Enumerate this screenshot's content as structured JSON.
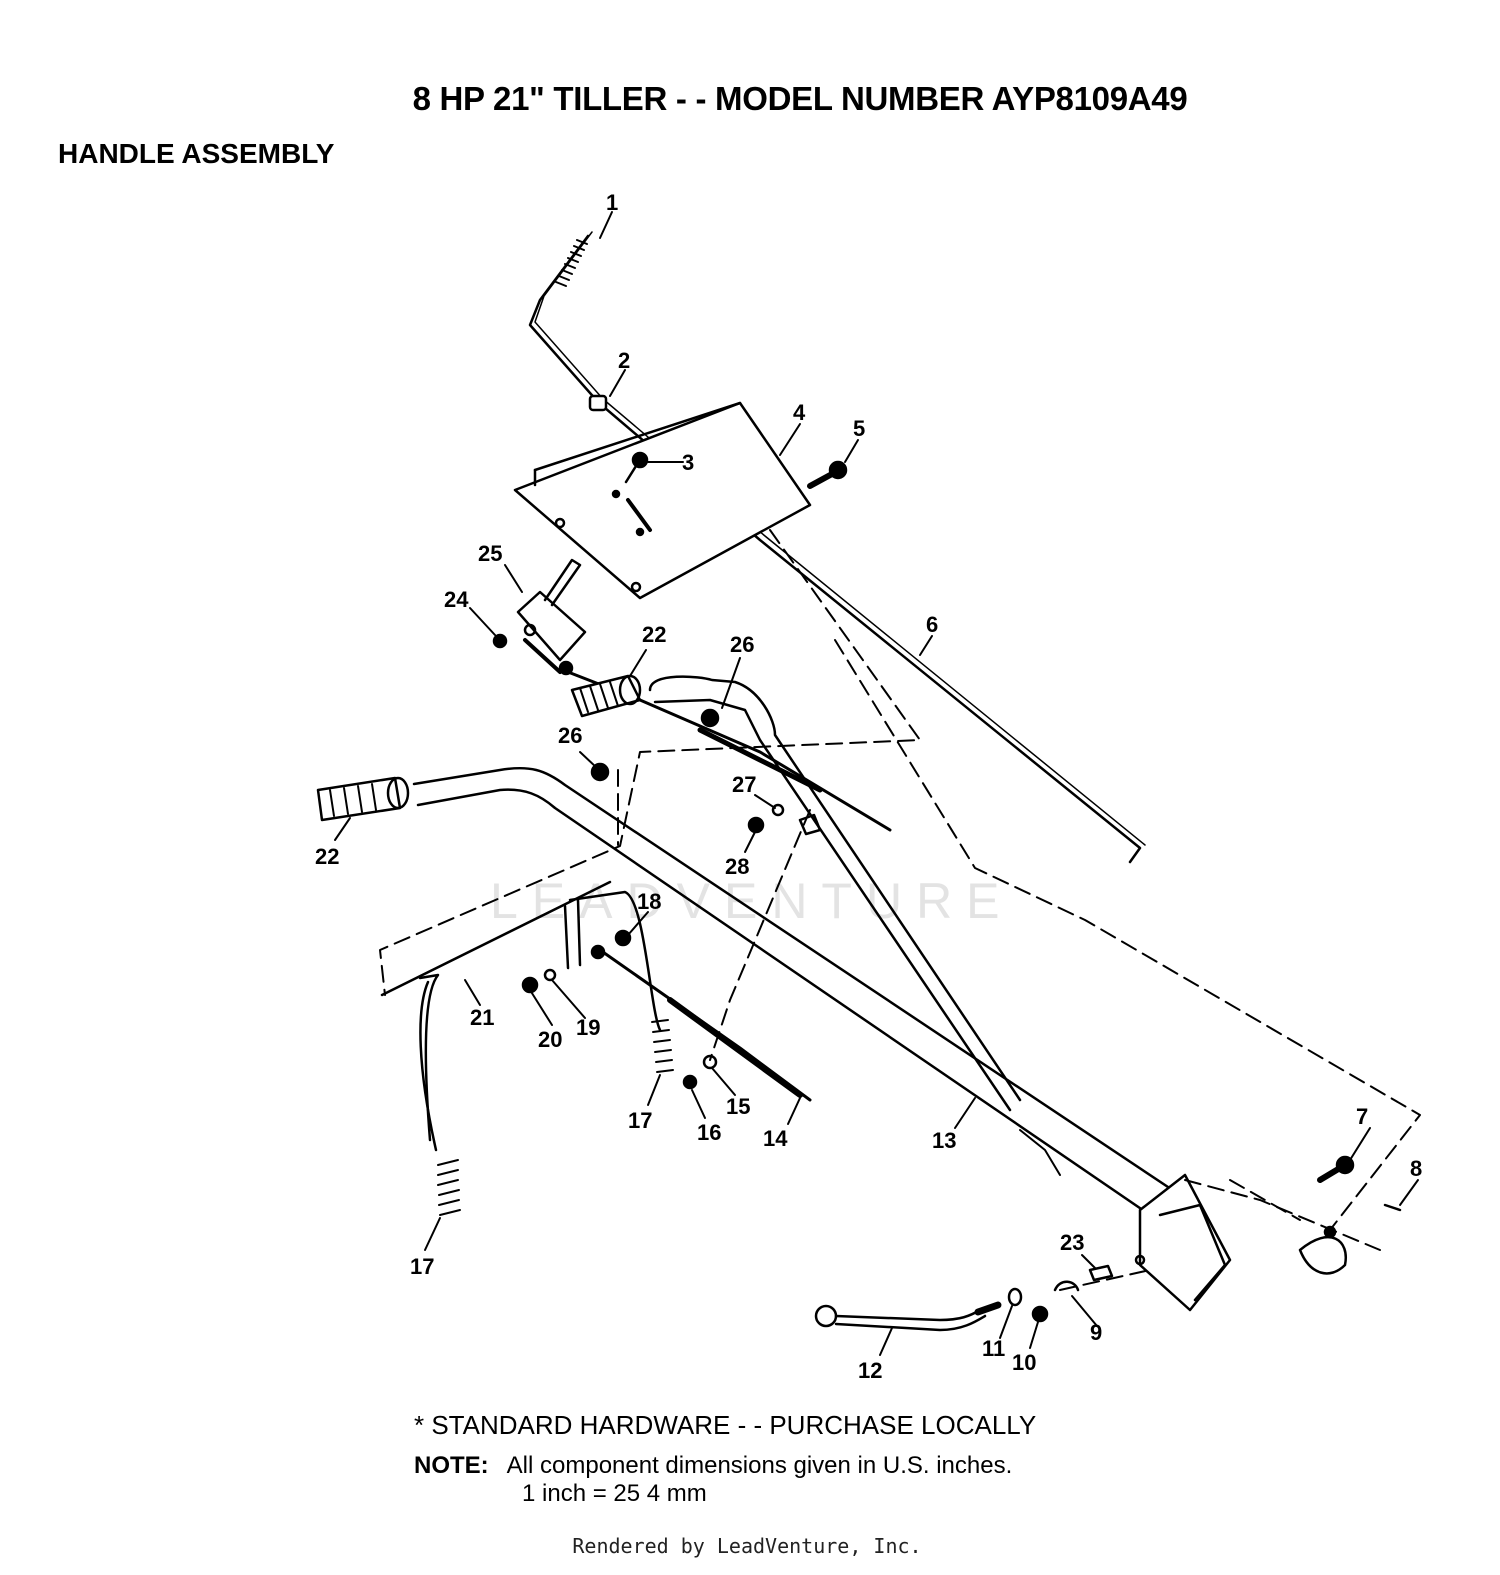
{
  "header": {
    "title": "8 HP 21\" TILLER - - MODEL NUMBER AYP8109A49",
    "subtitle": "HANDLE ASSEMBLY"
  },
  "watermark": "LEADVENTURE",
  "parts": [
    {
      "num": "1"
    },
    {
      "num": "2"
    },
    {
      "num": "3"
    },
    {
      "num": "4"
    },
    {
      "num": "5"
    },
    {
      "num": "6"
    },
    {
      "num": "7"
    },
    {
      "num": "8"
    },
    {
      "num": "9"
    },
    {
      "num": "10"
    },
    {
      "num": "11"
    },
    {
      "num": "12"
    },
    {
      "num": "13"
    },
    {
      "num": "14"
    },
    {
      "num": "15"
    },
    {
      "num": "16"
    },
    {
      "num": "17"
    },
    {
      "num": "17"
    },
    {
      "num": "18"
    },
    {
      "num": "19"
    },
    {
      "num": "20"
    },
    {
      "num": "21"
    },
    {
      "num": "22"
    },
    {
      "num": "22"
    },
    {
      "num": "23"
    },
    {
      "num": "24"
    },
    {
      "num": "25"
    },
    {
      "num": "26"
    },
    {
      "num": "26"
    },
    {
      "num": "27"
    },
    {
      "num": "28"
    }
  ],
  "footer": {
    "standard_hardware": "*  STANDARD HARDWARE - - PURCHASE LOCALLY",
    "note_label": "NOTE:",
    "note_line1": "All component dimensions given in U.S. inches.",
    "note_line2": "1 inch = 25 4 mm",
    "rendered_by": "Rendered by LeadVenture, Inc."
  }
}
